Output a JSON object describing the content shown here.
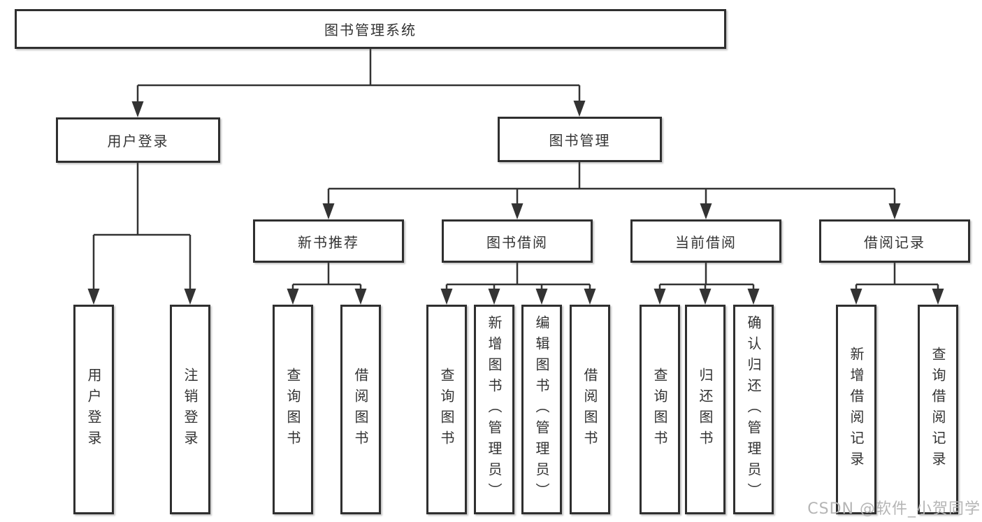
{
  "nodes": {
    "root": "图书管理系统",
    "level2": [
      "用户登录",
      "图书管理"
    ],
    "level3": [
      "新书推荐",
      "图书借阅",
      "当前借阅",
      "借阅记录"
    ],
    "login_children": [
      "用户登录",
      "注销登录"
    ],
    "newbook_children": [
      "查询图书",
      "借阅图书"
    ],
    "borrow_children": [
      "查询图书",
      "新增图书（管理员）",
      "编辑图书（管理员）",
      "借阅图书"
    ],
    "current_children": [
      "查询图书",
      "归还图书",
      "确认归还（管理员）"
    ],
    "records_children": [
      "新增借阅记录",
      "查询借阅记录"
    ]
  },
  "watermark": "CSDN @软件_小贺同学",
  "colors": {
    "line": "#333333",
    "border": "#2f2f2f",
    "text": "#333333",
    "watermark": "#b5b5b5",
    "background": "#ffffff"
  }
}
